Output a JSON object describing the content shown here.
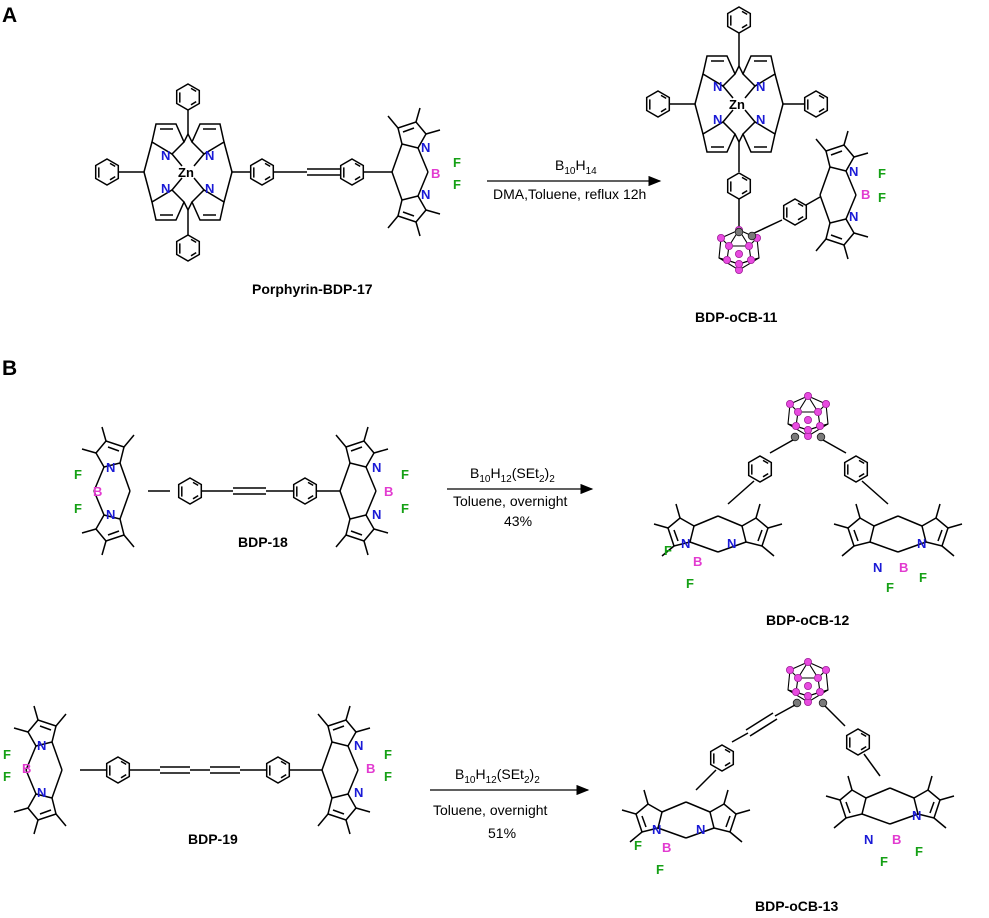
{
  "panels": {
    "A": {
      "label": "A",
      "reactant": "Porphyrin-BDP-17",
      "product": "BDP-oCB-11",
      "conditions": {
        "reagent_main": "B",
        "reagent_sub1": "10",
        "reagent_mid": "H",
        "reagent_sub2": "14",
        "line2": "DMA,Toluene, reflux 12h"
      }
    },
    "B": {
      "label": "B",
      "rxn1": {
        "reactant": "BDP-18",
        "product": "BDP-oCB-12",
        "conditions": {
          "r_a": "B",
          "r_s1": "10",
          "r_b": "H",
          "r_s2": "12",
          "r_c": "(SEt",
          "r_s3": "2",
          "r_d": ")",
          "r_s4": "2",
          "line2": "Toluene, overnight",
          "yield": "43%"
        }
      },
      "rxn2": {
        "reactant": "BDP-19",
        "product": "BDP-oCB-13",
        "conditions": {
          "r_a": "B",
          "r_s1": "10",
          "r_b": "H",
          "r_s2": "12",
          "r_c": "(SEt",
          "r_s3": "2",
          "r_d": ")",
          "r_s4": "2",
          "line2": "Toluene, overnight",
          "yield": "51%"
        }
      }
    }
  },
  "atoms": {
    "N": "N",
    "B": "B",
    "F": "F",
    "Zn": "Zn"
  },
  "colors": {
    "nitrogen": "#1a1ad6",
    "boron": "#e23ad0",
    "fluorine": "#15a015",
    "cage_boron": "#e84be0",
    "cage_carbon": "#7a7a7a"
  }
}
